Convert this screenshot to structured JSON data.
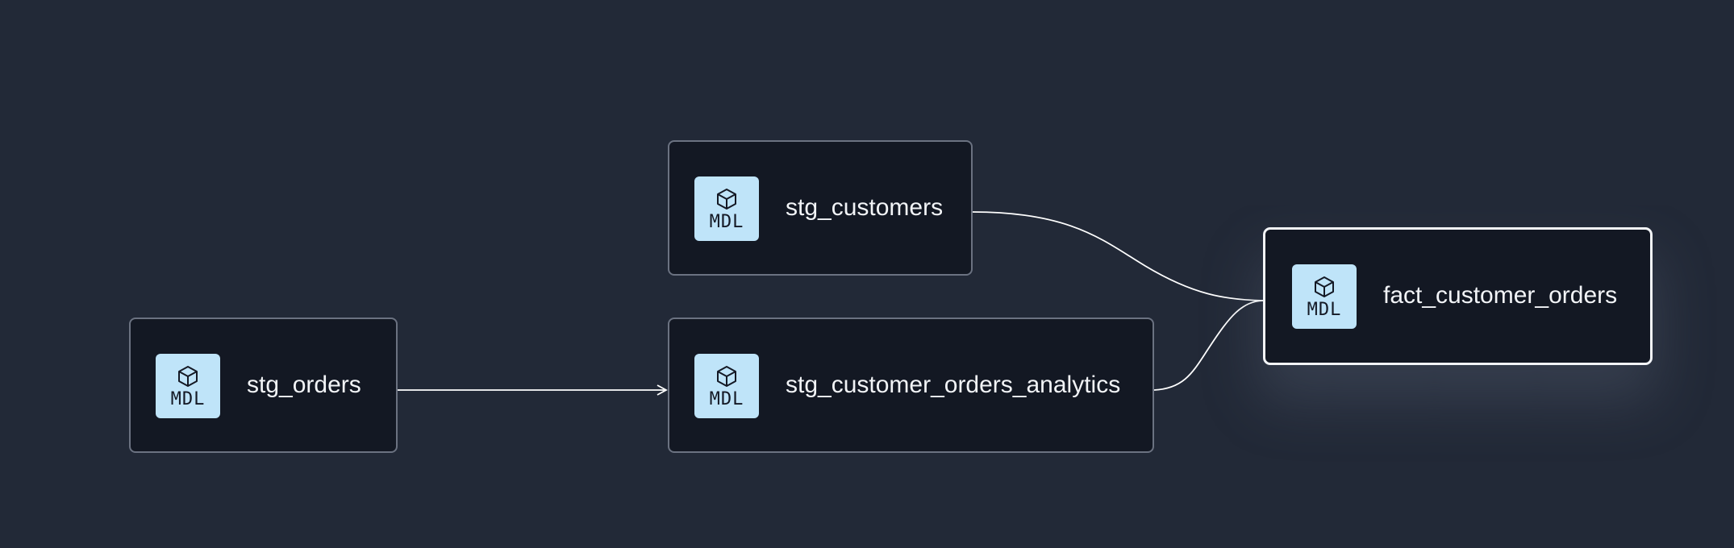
{
  "nodes": [
    {
      "id": "stg_orders",
      "badge": "MDL",
      "icon": "cube-icon",
      "label": "stg_orders"
    },
    {
      "id": "stg_customers",
      "badge": "MDL",
      "icon": "cube-icon",
      "label": "stg_customers"
    },
    {
      "id": "stg_customer_orders_analytics",
      "badge": "MDL",
      "icon": "cube-icon",
      "label": "stg_customer_orders_analytics"
    },
    {
      "id": "fact_customer_orders",
      "badge": "MDL",
      "icon": "cube-icon",
      "label": "fact_customer_orders",
      "selected": true
    }
  ],
  "edges": [
    {
      "from": "stg_orders",
      "to": "stg_customer_orders_analytics",
      "arrow": true
    },
    {
      "from": "stg_customers",
      "to": "fact_customer_orders",
      "arrow": false
    },
    {
      "from": "stg_customer_orders_analytics",
      "to": "fact_customer_orders",
      "arrow": false
    }
  ],
  "colors": {
    "background": "#222937",
    "node_fill": "#131823",
    "node_border": "#6b7281",
    "selected_border": "#f3f5f8",
    "badge_fill": "#bfe4f9",
    "edge": "#ffffff",
    "text": "#f2f4f7"
  }
}
